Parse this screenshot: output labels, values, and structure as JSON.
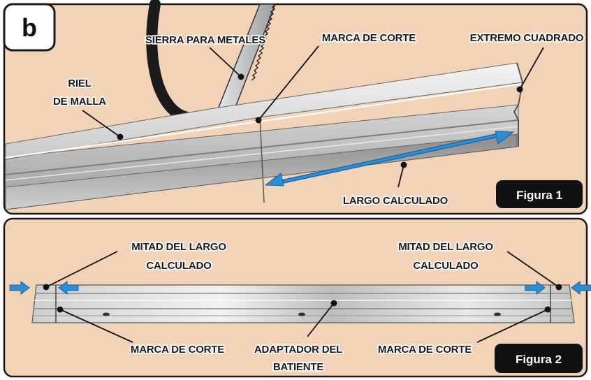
{
  "section_letter": "b",
  "figure1": {
    "badge": "Figura 1",
    "labels": {
      "hacksaw": "SIERRA PARA METALES",
      "cut_mark": "MARCA DE CORTE",
      "square_end": "EXTREMO CUADRADO",
      "screen_rail_line1": "RIEL",
      "screen_rail_line2": "DE MALLA",
      "calculated_length": "LARGO CALCULADO"
    }
  },
  "figure2": {
    "badge": "Figura 2",
    "labels": {
      "half_left_line1": "MITAD DEL LARGO",
      "half_left_line2": "CALCULADO",
      "half_right_line1": "MITAD DEL LARGO",
      "half_right_line2": "CALCULADO",
      "cut_mark_left": "MARCA DE CORTE",
      "cut_mark_right": "MARCA DE CORTE",
      "adapter_line1": "ADAPTADOR DEL",
      "adapter_line2": "BATIENTE"
    }
  },
  "colors": {
    "panel_bg": "#f3d3b8",
    "panel_border": "#1a1a1a",
    "arrow_blue": "#2b8fd6",
    "badge_bg": "#111111"
  }
}
